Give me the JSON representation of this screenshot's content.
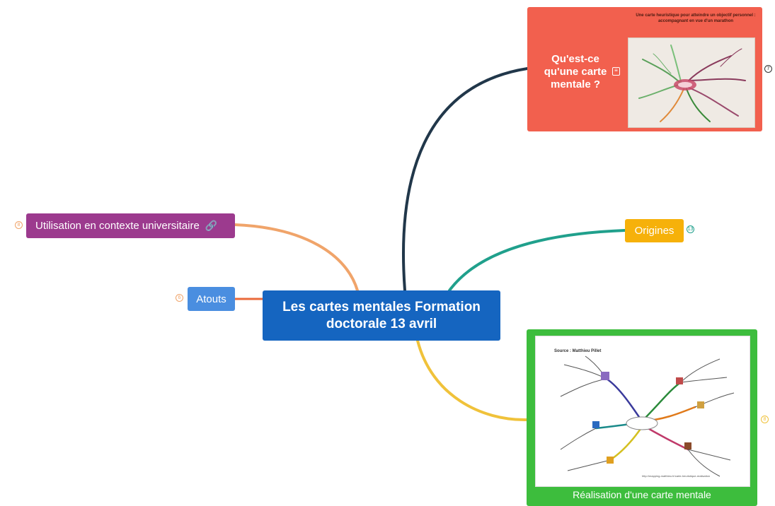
{
  "central": {
    "title": "Les cartes mentales Formation doctorale 13 avril"
  },
  "branches": [
    {
      "id": "utilisation",
      "label": "Utilisation en contexte universitaire",
      "icon": "link-icon",
      "color": "#9c3a8e",
      "connector_color": "#f0a46a",
      "child_count": "8"
    },
    {
      "id": "atouts",
      "label": "Atouts",
      "color": "#4a8ee0",
      "connector_color": "#ea6a3a",
      "child_count": "6"
    },
    {
      "id": "origines",
      "label": "Origines",
      "color": "#f6b10a",
      "connector_color": "#20a08c",
      "child_count": "13"
    },
    {
      "id": "quest",
      "label": "Qu'est-ce qu'une carte mentale ?",
      "icon": "note-icon",
      "image_caption": "Une carte heuristique pour atteindre un objectif personnel : accompagnant en vue d'un marathon",
      "color": "#f2604e",
      "connector_color": "#21374a",
      "child_count": "7"
    },
    {
      "id": "realisation",
      "label": "Réalisation d'une carte mentale",
      "image_source": "Source : Matthieu Pillet",
      "image_url": "http://mapping-matthieu.fr/carte-heuristique-realisation",
      "color": "#3dbd3d",
      "connector_color": "#f0c23a",
      "child_count": "8"
    }
  ]
}
